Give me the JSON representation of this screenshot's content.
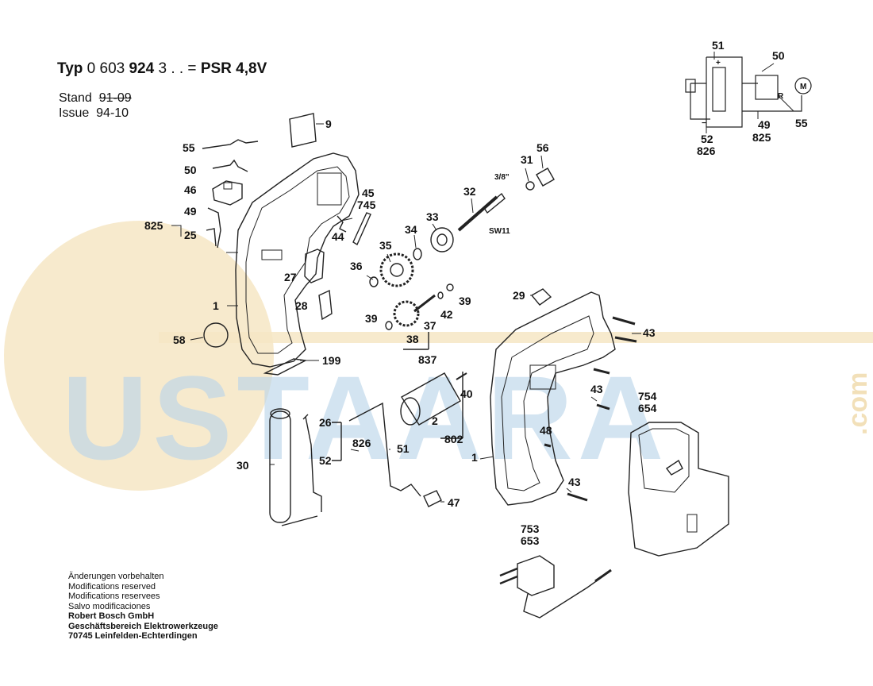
{
  "header": {
    "typ_prefix": "Typ",
    "typ_num_a": "0 603",
    "typ_num_b": "924",
    "typ_num_c": "3 . . =",
    "model": "PSR 4,8V",
    "stand_label": "Stand",
    "stand_value": "91-09",
    "issue_label": "Issue",
    "issue_value": "94-10"
  },
  "footer": {
    "lines": [
      "Änderungen vorbehalten",
      "Modifications reserved",
      "Modifications reservees",
      "Salvo modificaciones"
    ],
    "company": [
      "Robert Bosch GmbH",
      "Geschäftsbereich Elektrowerkzeuge",
      "70745 Leinfelden-Echterdingen"
    ]
  },
  "watermark": {
    "text": "USTAARA",
    "suffix": ".com"
  },
  "parts": {
    "p9": "9",
    "p55": "55",
    "p50": "50",
    "p46": "46",
    "p825": "825",
    "p49": "49",
    "p25": "25",
    "p45": "45",
    "p745": "745",
    "p44": "44",
    "p27": "27",
    "p28": "28",
    "p1": "1",
    "p58": "58",
    "p199": "199",
    "p56": "56",
    "p31": "31",
    "p38in": "3/8\"",
    "p32": "32",
    "p33": "33",
    "p34": "34",
    "psw": "SW11",
    "p35": "35",
    "p36": "36",
    "p39a": "39",
    "p42": "42",
    "p39b": "39",
    "p37": "37",
    "p38": "38",
    "p837": "837",
    "p29": "29",
    "p43a": "43",
    "p43b": "43",
    "p43c": "43",
    "p40": "40",
    "p802": "802",
    "p2": "2",
    "p48": "48",
    "p1b": "1",
    "p754": "754",
    "p654": "654",
    "p30": "30",
    "p26": "26",
    "p52": "52",
    "p826": "826",
    "p51": "51",
    "p47": "47",
    "p753": "753",
    "p653": "653"
  },
  "schematic": {
    "p51": "51",
    "p50": "50",
    "p55": "55",
    "p52": "52",
    "p826": "826",
    "p49": "49",
    "p825": "825",
    "plus": "+",
    "minus": "−",
    "motor": "M",
    "r": "R"
  }
}
